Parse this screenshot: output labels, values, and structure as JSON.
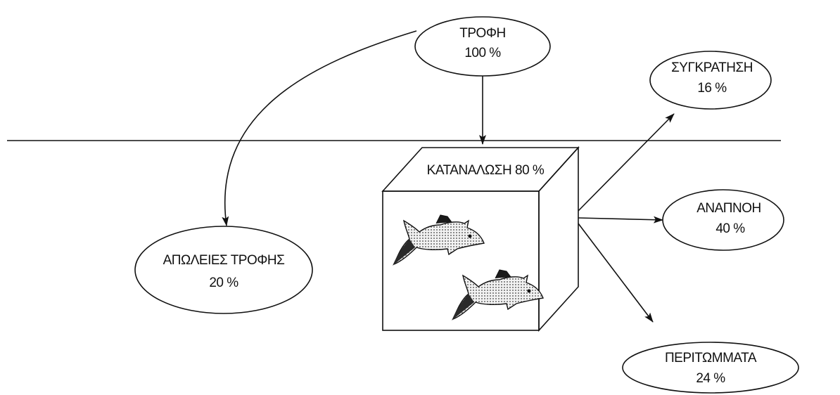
{
  "nodes": {
    "food": {
      "title": "ΤΡΟΦΗ",
      "value": "100 %"
    },
    "retention": {
      "title": "ΣΥΓΚΡΑΤΗΣΗ",
      "value": "16 %"
    },
    "respiration": {
      "title": "ΑΝΑΠΝΟΗ",
      "value": "40 %"
    },
    "excrement": {
      "title": "ΠΕΡΙΤΩΜΜΑΤΑ",
      "value": "24 %"
    },
    "food_losses": {
      "title": "ΑΠΩΛΕΙΕΣ ΤΡΟΦΗΣ",
      "value": "20 %"
    },
    "consumption": {
      "label": "ΚΑΤΑΝΑΛΩΣΗ 80 %"
    }
  },
  "colors": {
    "stroke": "#111111",
    "background": "#ffffff",
    "fish_body": "#dddddd",
    "fish_outline": "#111111"
  },
  "icons": [
    "fish-icon",
    "fish-icon"
  ]
}
